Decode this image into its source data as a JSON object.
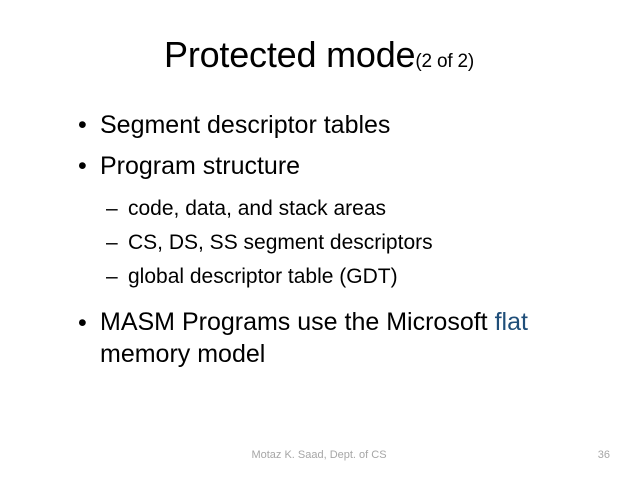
{
  "slide": {
    "title": {
      "main": "Protected mode",
      "suffix": "(2 of 2)"
    },
    "bullets": [
      {
        "level": 1,
        "marker": "•",
        "text": "Segment descriptor tables"
      },
      {
        "level": 1,
        "marker": "•",
        "text": "Program structure"
      },
      {
        "level": 2,
        "marker": "–",
        "text": "code, data, and stack areas"
      },
      {
        "level": 2,
        "marker": "–",
        "text": "CS, DS, SS segment descriptors"
      },
      {
        "level": 2,
        "marker": "–",
        "text": "global descriptor table (GDT)"
      }
    ],
    "final_bullet": {
      "marker": "•",
      "text_before": "MASM Programs use the Microsoft ",
      "accent_text": "flat",
      "text_after": " memory model"
    },
    "footer": {
      "author": "Motaz K. Saad, Dept. of CS",
      "page_number": "36"
    },
    "colors": {
      "accent": "#1F4E79",
      "text": "#000000",
      "footer": "#A6A6A6",
      "background": "#FFFFFF"
    }
  }
}
